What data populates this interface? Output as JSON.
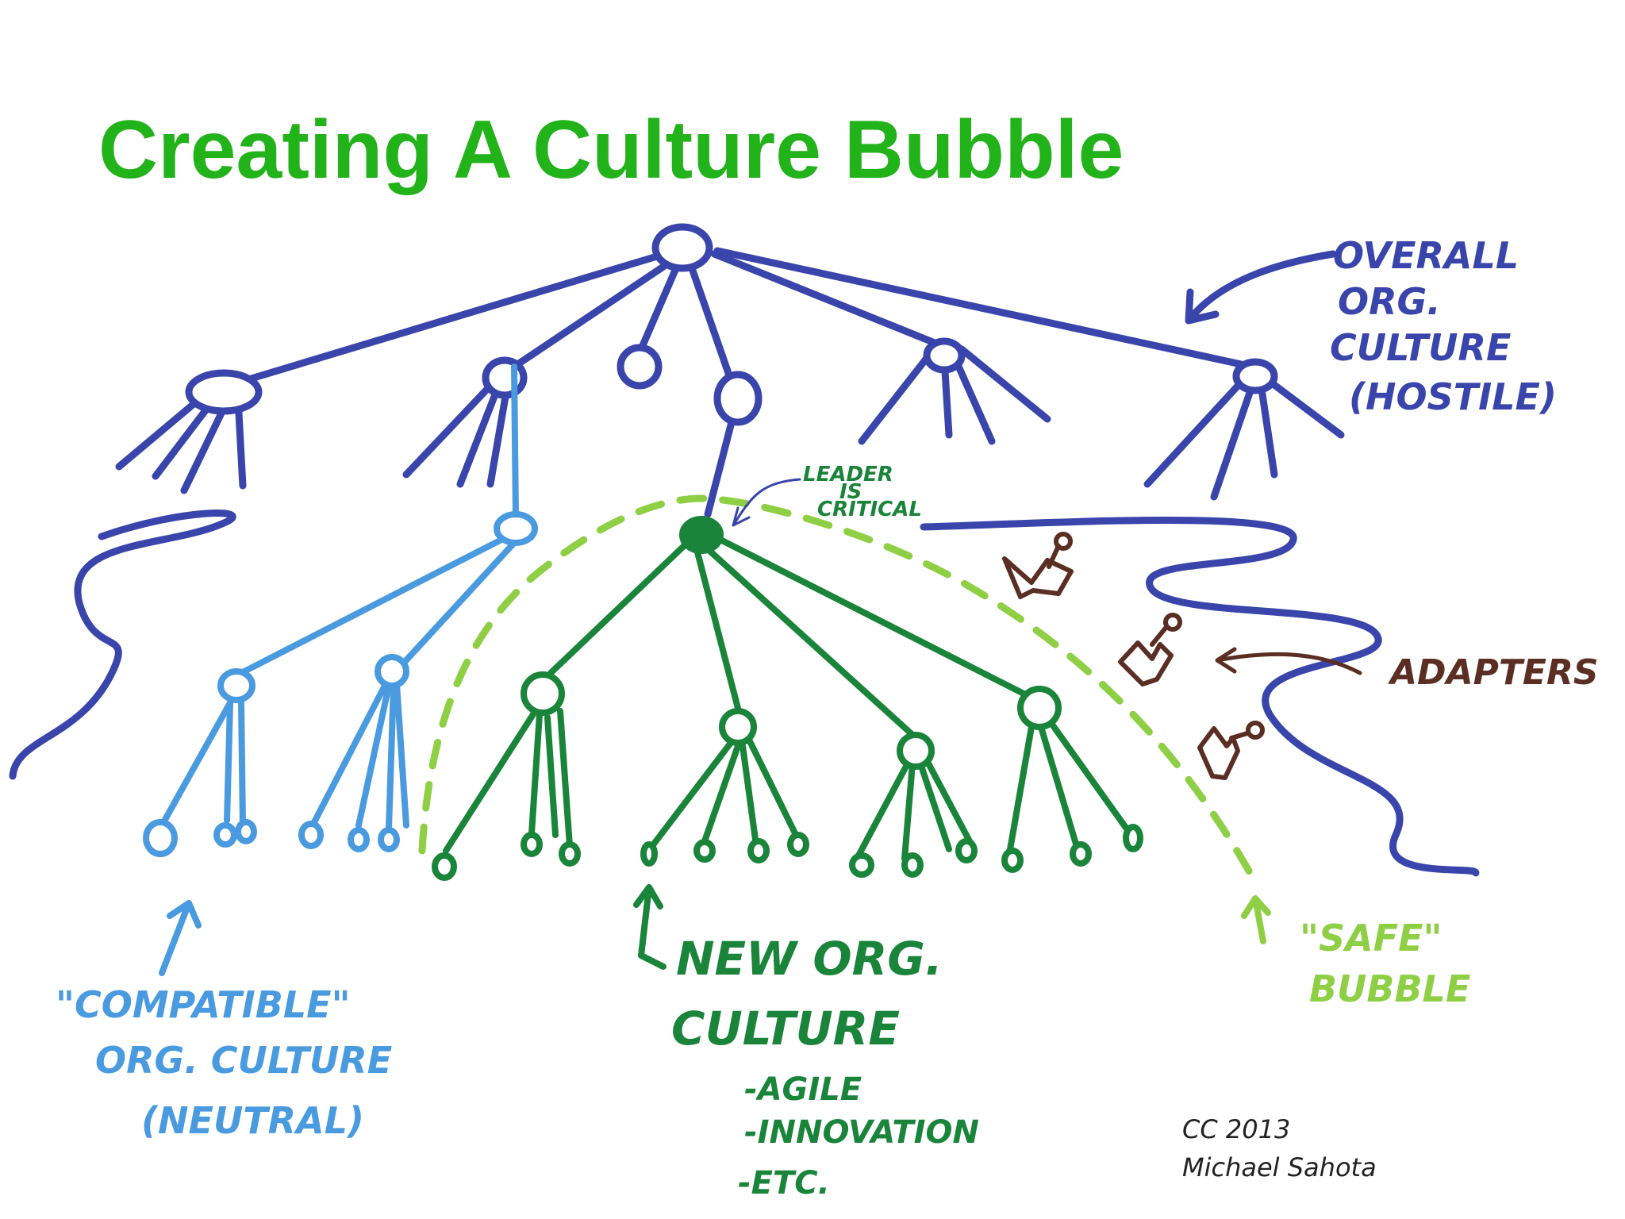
{
  "title": "Creating A Culture Bubble",
  "colors": {
    "title": "#22b21a",
    "hostile_org": "#3a45ac",
    "neutral_org": "#4a9ae0",
    "new_org": "#19843a",
    "safe_bubble": "#8fcf45",
    "adapters": "#5a2e22"
  },
  "labels": {
    "overall": [
      "OVERALL",
      "ORG.",
      "CULTURE",
      "(HOSTILE)"
    ],
    "leader": [
      "LEADER",
      "IS",
      "CRITICAL"
    ],
    "adapters": "ADAPTERS",
    "safe": [
      "\"SAFE\"",
      "BUBBLE"
    ],
    "compatible": [
      "\"COMPATIBLE\"",
      "ORG. CULTURE",
      "(NEUTRAL)"
    ],
    "new_org": [
      "NEW ORG.",
      "CULTURE"
    ],
    "new_org_items": [
      "-AGILE",
      "-INNOVATION",
      "-ETC."
    ],
    "credit": [
      "CC 2013",
      "Michael Sahota"
    ]
  }
}
